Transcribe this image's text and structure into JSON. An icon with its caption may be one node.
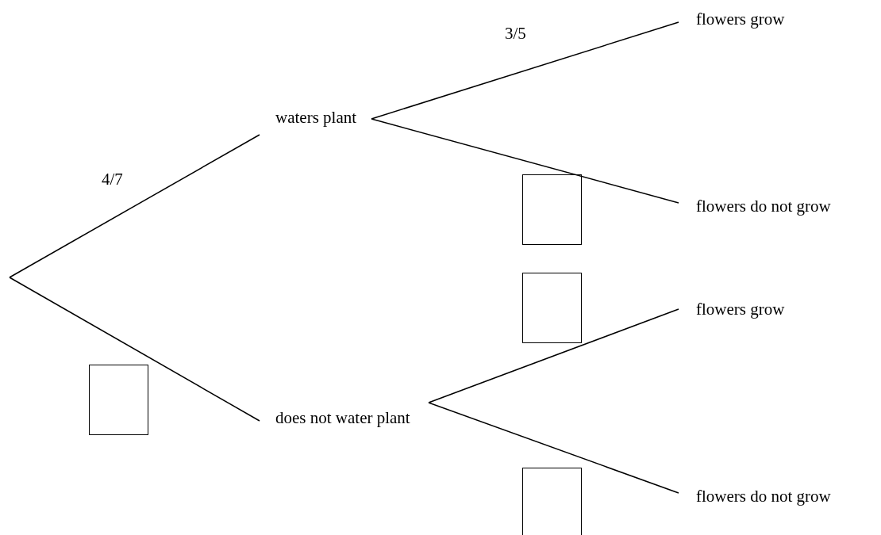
{
  "diagram": {
    "nodes": [
      {
        "text": [
          "waters plant"
        ]
      },
      {
        "text": [
          "does not water plant"
        ]
      },
      {
        "text": [
          "flowers grow"
        ]
      },
      {
        "text": [
          "flowers do not grow"
        ]
      },
      {
        "text": [
          "flowers grow"
        ]
      },
      {
        "text": [
          "flowers do not grow"
        ]
      }
    ],
    "edges": [
      {
        "from": null,
        "to": 0,
        "arrow": "none",
        "label": "4/7"
      },
      {
        "from": null,
        "to": 1,
        "arrow": "none"
      },
      {
        "from": 0,
        "to": 2,
        "arrow": "none",
        "label": "3/5"
      },
      {
        "from": 0,
        "to": 3,
        "arrow": "none"
      },
      {
        "from": 1,
        "to": 4,
        "arrow": "none"
      },
      {
        "from": 1,
        "to": 5,
        "arrow": "none"
      }
    ]
  }
}
